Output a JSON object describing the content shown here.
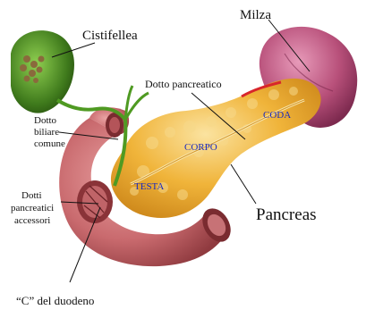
{
  "labels": {
    "gallbladder": "Cistifellea",
    "spleen": "Milza",
    "pancreatic_duct": "Dotto pancreatico",
    "common_bile_duct_1": "Dotto",
    "common_bile_duct_2": "biliare",
    "common_bile_duct_3": "comune",
    "tail": "CODA",
    "body": "CORPO",
    "head": "TESTA",
    "accessory_ducts_1": "Dotti",
    "accessory_ducts_2": "pancreatici",
    "accessory_ducts_3": "accessori",
    "pancreas": "Pancreas",
    "duodenum": "“C” del duodeno"
  },
  "colors": {
    "pancreas": "#f0b43a",
    "pancreas_highlight": "#f7d98a",
    "duodenum": "#c96a6e",
    "spleen": "#b8507a",
    "gallbladder": "#3f7a1c",
    "bile": "#4f9a22",
    "vessel": "#d8262b",
    "inner_text": "#1b2bbf"
  }
}
